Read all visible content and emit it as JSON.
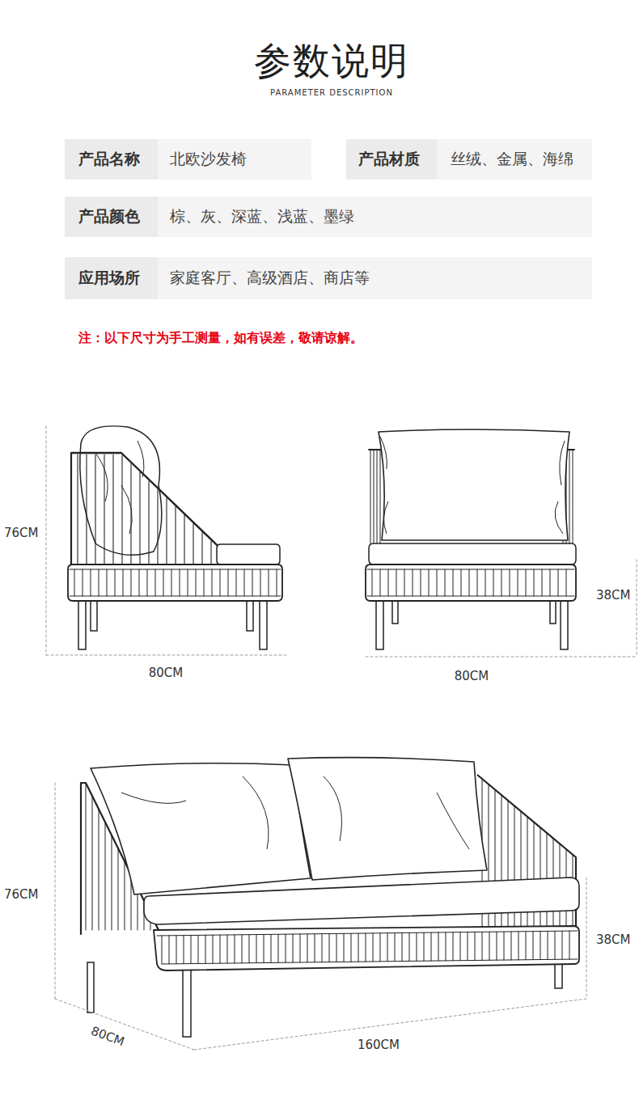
{
  "diagram": {
    "title": "参数说明",
    "labels": [
      "PARAMETER DESCRIPTION",
      "产品名称",
      "北欧沙发椅",
      "产品材质",
      "丝绒、金属、海绵",
      "产品颜色",
      "棕、灰、深蓝、浅蓝、墨绿",
      "应用场所",
      "家庭客厅、高级酒店、商店等",
      "注：以下尺寸为手工测量，如有误差，敬请谅解。",
      "76CM",
      "80CM",
      "80CM",
      "38CM",
      "76CM",
      "38CM",
      "80CM",
      "160CM"
    ]
  }
}
